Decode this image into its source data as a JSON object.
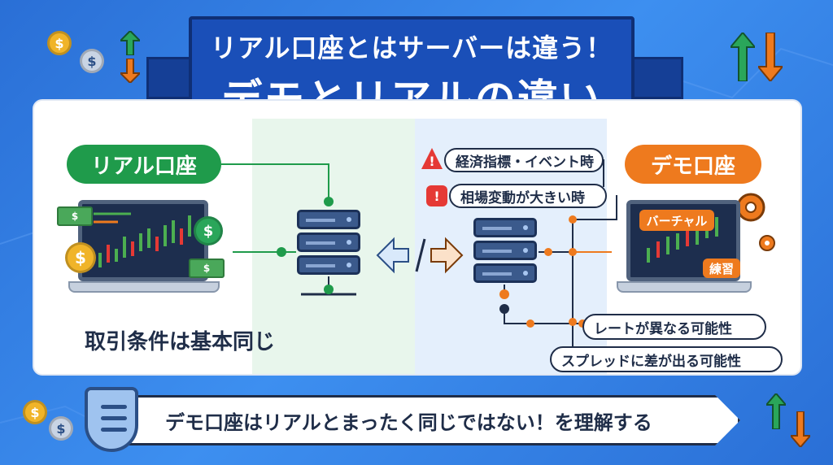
{
  "title": {
    "line1": "リアル口座とはサーバーは違う！",
    "line2": "デモとリアルの違い"
  },
  "real": {
    "label": "リアル口座",
    "caption": "取引条件は基本同じ"
  },
  "demo": {
    "label": "デモ口座",
    "tag_virtual": "バーチャル",
    "tag_practice": "練習"
  },
  "factors": {
    "economic": "経済指標・イベント時",
    "volatility": "相場変動が大きい時"
  },
  "differences": {
    "rate": "レートが異なる可能性",
    "spread": "スプレッドに差が出る可能性"
  },
  "conclusion": "デモ口座はリアルとまったく同じではない！を理解する",
  "icons": {
    "dollar": "$",
    "warning": "!",
    "money_label": "$"
  },
  "colors": {
    "real": "#1f9b4b",
    "demo": "#ee7a1e",
    "title_bg": "#1a4fb8"
  }
}
